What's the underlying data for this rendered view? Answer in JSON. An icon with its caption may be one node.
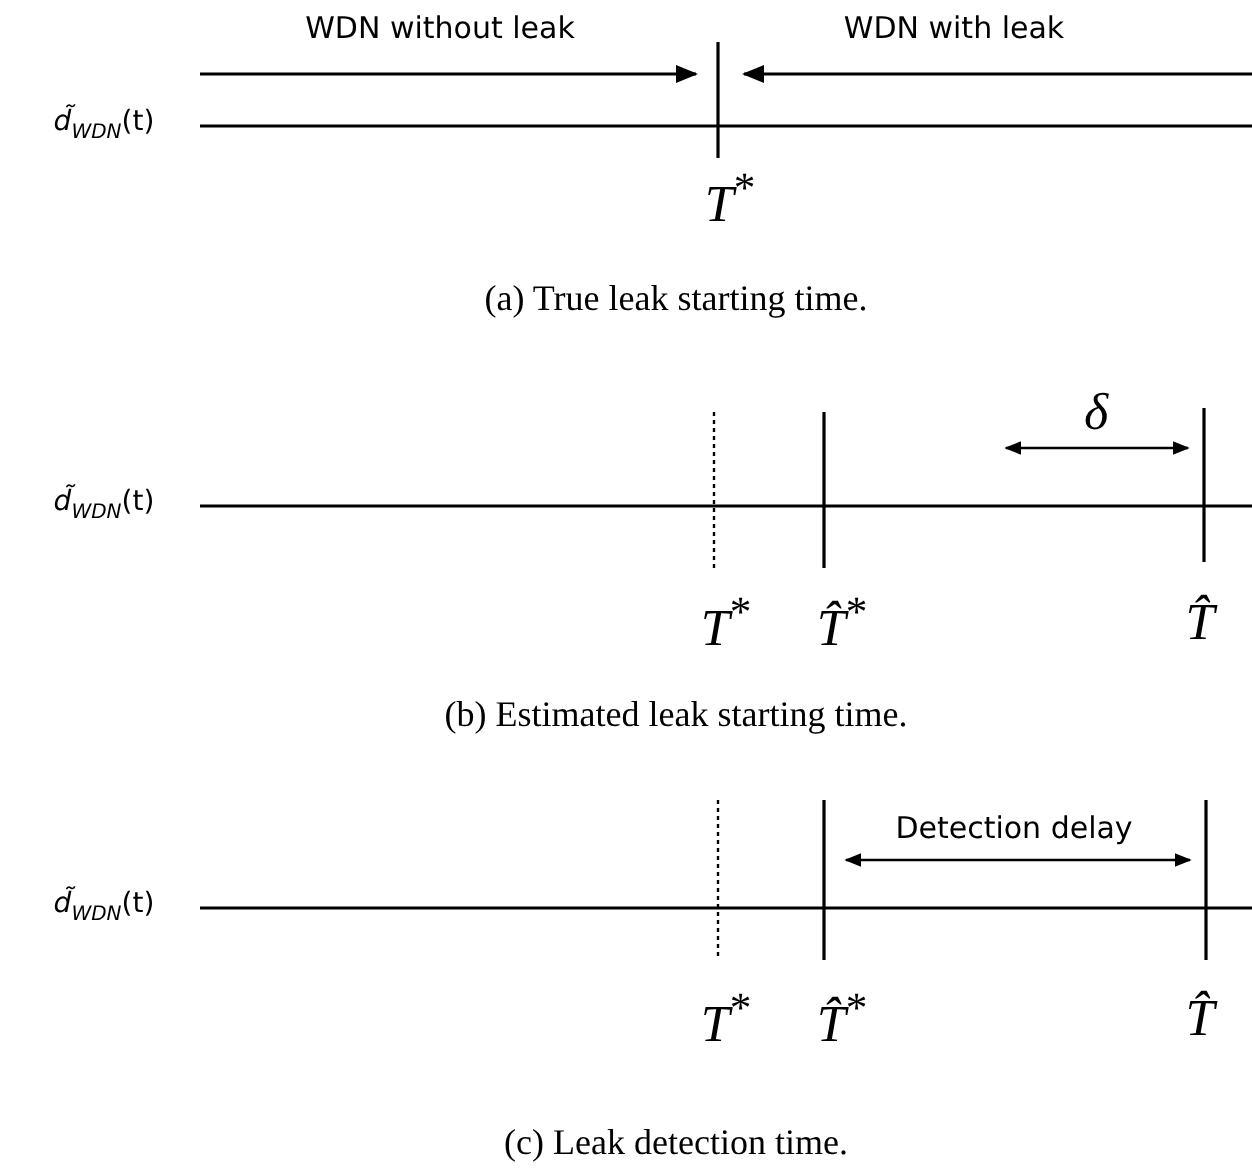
{
  "diagram": {
    "labels": [
      "WDN without leak",
      "WDN with leak",
      "*d̃*$_{WDN}$(t)",
      "*T*$^{*}$",
      "(a) True leak starting time.",
      "δ",
      "*d̃*$_{WDN}$(t)",
      "*T*$^{*}$",
      "*T̂*$^{*}$",
      "T̂",
      "(b) Estimated leak starting time.",
      "Detection delay",
      "*d̃*$_{WDN}$(t)",
      "*T*$^{*}$",
      "*T̂*$^{*}$",
      "T̂",
      "(c) Leak detection time."
    ]
  }
}
